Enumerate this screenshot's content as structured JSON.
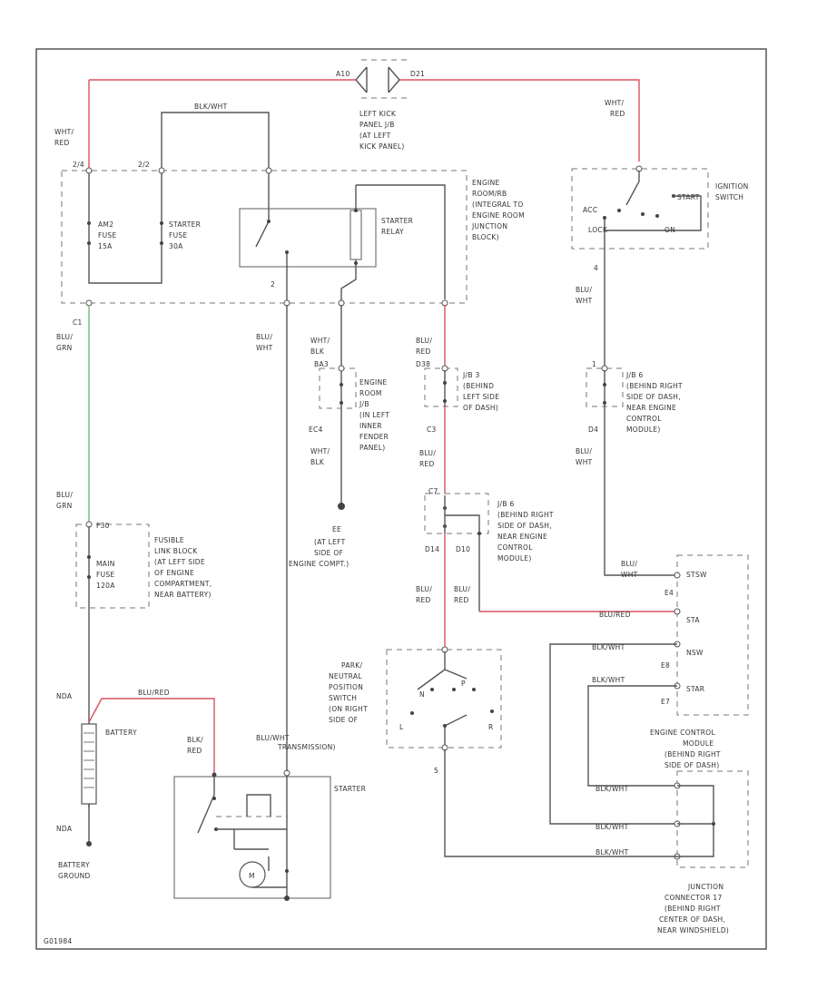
{
  "frame": {
    "code": "G01984"
  },
  "top_connector": {
    "left_pin": "A10",
    "right_pin": "D21",
    "label": [
      "LEFT KICK",
      "PANEL J/B",
      "(AT LEFT",
      "KICK PANEL)"
    ]
  },
  "wires": {
    "wht_red_left": [
      "WHT/",
      "RED"
    ],
    "wht_red_right": [
      "WHT/",
      "RED"
    ],
    "blk_wht_top": "BLK/WHT",
    "blu_grn_c1": [
      "BLU/",
      "GRN"
    ],
    "blu_grn_lower": [
      "BLU/",
      "GRN"
    ],
    "blu_wht_starter": [
      "BLU/",
      "WHT"
    ],
    "wht_blk_1": [
      "WHT/",
      "BLK"
    ],
    "wht_blk_2": [
      "WHT/",
      "BLK"
    ],
    "blu_red_1": [
      "BLU/",
      "RED"
    ],
    "blu_red_2": [
      "BLU/",
      "RED"
    ],
    "blu_red_3": [
      "BLU/",
      "RED"
    ],
    "blu_red_4": [
      "BLU/",
      "RED"
    ],
    "blu_wht_ign1": [
      "BLU/",
      "WHT"
    ],
    "blu_wht_ign2": [
      "BLU/",
      "WHT"
    ],
    "blu_wht_ecm": [
      "BLU/",
      "WHT"
    ],
    "blu_red_ecm": "BLU/RED",
    "blu_red_batt": "BLU/RED",
    "blk_red_starter": [
      "BLK/",
      "RED"
    ],
    "blk_wht_ecm1": "BLK/WHT",
    "blk_wht_ecm2": "BLK/WHT",
    "blk_wht_jc1": "BLK/WHT",
    "blk_wht_jc2": "BLK/WHT",
    "blk_wht_jc3": "BLK/WHT",
    "blu_wht_vertical": "BLU/WHT"
  },
  "engine_room_jb": {
    "pins": {
      "top_left": "2/4",
      "top_mid": "2/2",
      "c1": "C1",
      "relay_pin": "2"
    },
    "fuse_am2": [
      "AM2",
      "FUSE",
      "15A"
    ],
    "fuse_starter": [
      "STARTER",
      "FUSE",
      "30A"
    ],
    "relay": [
      "STARTER",
      "RELAY"
    ],
    "label": [
      "ENGINE",
      "ROOM/RB",
      "(INTEGRAL TO",
      "ENGINE ROOM",
      "JUNCTION",
      "BLOCK)"
    ]
  },
  "ignition_switch": {
    "label": [
      "IGNITION",
      "SWITCH"
    ],
    "acc": "ACC",
    "start": "START",
    "lock": "LOCK",
    "on": "ON",
    "pin": "4"
  },
  "jb_engine_room": {
    "pin_top": "BA3",
    "pin_bottom": "EC4",
    "label": [
      "ENGINE",
      "ROOM",
      "J/B",
      "(IN LEFT",
      "INNER",
      "FENDER",
      "PANEL)"
    ]
  },
  "jb3": {
    "pin_top": "D38",
    "pin_bottom": "C3",
    "label": [
      "J/B 3",
      "(BEHIND",
      "LEFT SIDE",
      "OF DASH)"
    ]
  },
  "jb6": {
    "pin_top": "1",
    "pin_bottom": "D4",
    "label": [
      "J/B 6",
      "(BEHIND RIGHT",
      "SIDE OF DASH,",
      "NEAR ENGINE",
      "CONTROL",
      "MODULE)"
    ]
  },
  "jb6b": {
    "pin_top": "C7",
    "pin_left": "D14",
    "pin_right": "D10",
    "label": [
      "J/B 6",
      "(BEHIND RIGHT",
      "SIDE OF DASH,",
      "NEAR ENGINE",
      "CONTROL",
      "MODULE)"
    ]
  },
  "fusible_link": {
    "pin": "F30",
    "fuse": [
      "MAIN",
      "FUSE",
      "120A"
    ],
    "label": [
      "FUSIBLE",
      "LINK BLOCK",
      "(AT LEFT SIDE",
      "OF ENGINE",
      "COMPARTMENT,",
      "NEAR BATTERY)"
    ]
  },
  "ground_ec": {
    "id": "EE",
    "label": [
      "(AT LEFT",
      "SIDE OF",
      "ENGINE COMPT.)"
    ]
  },
  "battery": {
    "label": "BATTERY",
    "pos_pin": "NDA",
    "neg_pin": "NDA",
    "ground": [
      "BATTERY",
      "GROUND"
    ]
  },
  "starter": {
    "label": "STARTER",
    "motor": "M",
    "wire_label": "TRANSMISSION)"
  },
  "pnp_switch": {
    "label": [
      "PARK/",
      "NEUTRAL",
      "POSITION",
      "SWITCH",
      "(ON RIGHT",
      "SIDE OF"
    ],
    "pin_p": "P",
    "pin_n": "N",
    "pin_l": "L",
    "pin_r": "R",
    "pin_bottom": "5"
  },
  "ecm": {
    "pins": [
      "STSW",
      "STA",
      "NSW",
      "STAR"
    ],
    "pin_ids": [
      "E4",
      "E8",
      "E7"
    ],
    "label": [
      "ENGINE CONTROL",
      "MODULE",
      "(BEHIND RIGHT",
      "SIDE OF DASH)"
    ]
  },
  "junction_connector": {
    "label": [
      "JUNCTION",
      "CONNECTOR 17",
      "(BEHIND RIGHT",
      "CENTER OF DASH,",
      "NEAR WINDSHIELD)"
    ]
  },
  "colors": {
    "red_wire": "#d9535f",
    "green_wire": "#6cc06c",
    "wire": "#555555",
    "dashed_box": "#777777"
  }
}
